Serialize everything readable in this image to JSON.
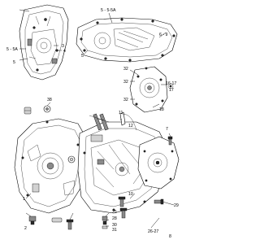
{
  "callouts": [
    {
      "id": "c-5-5a-top",
      "text": "5 - 5-5A"
    },
    {
      "id": "c-6-9",
      "text": "6 - 9"
    },
    {
      "id": "c-5-5a-left",
      "text": "5 - 5A"
    },
    {
      "id": "c-5-left",
      "text": "5"
    },
    {
      "id": "c-3",
      "text": "3"
    },
    {
      "id": "c-4",
      "text": "4"
    },
    {
      "id": "c-5-mid",
      "text": "5"
    },
    {
      "id": "c-32-a",
      "text": "32"
    },
    {
      "id": "c-32-b",
      "text": "32"
    },
    {
      "id": "c-16-17",
      "text": "16-17"
    },
    {
      "id": "c-32-c",
      "text": "32"
    },
    {
      "id": "c-17",
      "text": "17"
    },
    {
      "id": "c-18",
      "text": "18"
    },
    {
      "id": "c-38",
      "text": "38"
    },
    {
      "id": "c-11",
      "text": "11"
    },
    {
      "id": "c-12",
      "text": "12"
    },
    {
      "id": "c-7",
      "text": "7"
    },
    {
      "id": "c-1",
      "text": "1"
    },
    {
      "id": "c-10",
      "text": "10"
    },
    {
      "id": "c-25",
      "text": "25"
    },
    {
      "id": "c-28",
      "text": "28"
    },
    {
      "id": "c-2",
      "text": "2"
    },
    {
      "id": "c-30",
      "text": "30"
    },
    {
      "id": "c-31",
      "text": "31"
    },
    {
      "id": "c-29",
      "text": "29"
    },
    {
      "id": "c-26-27",
      "text": "26-27"
    },
    {
      "id": "c-8",
      "text": "8"
    }
  ],
  "colors": {
    "ink": "#000000",
    "paper": "#ffffff",
    "shade": "#8a8a8a"
  }
}
